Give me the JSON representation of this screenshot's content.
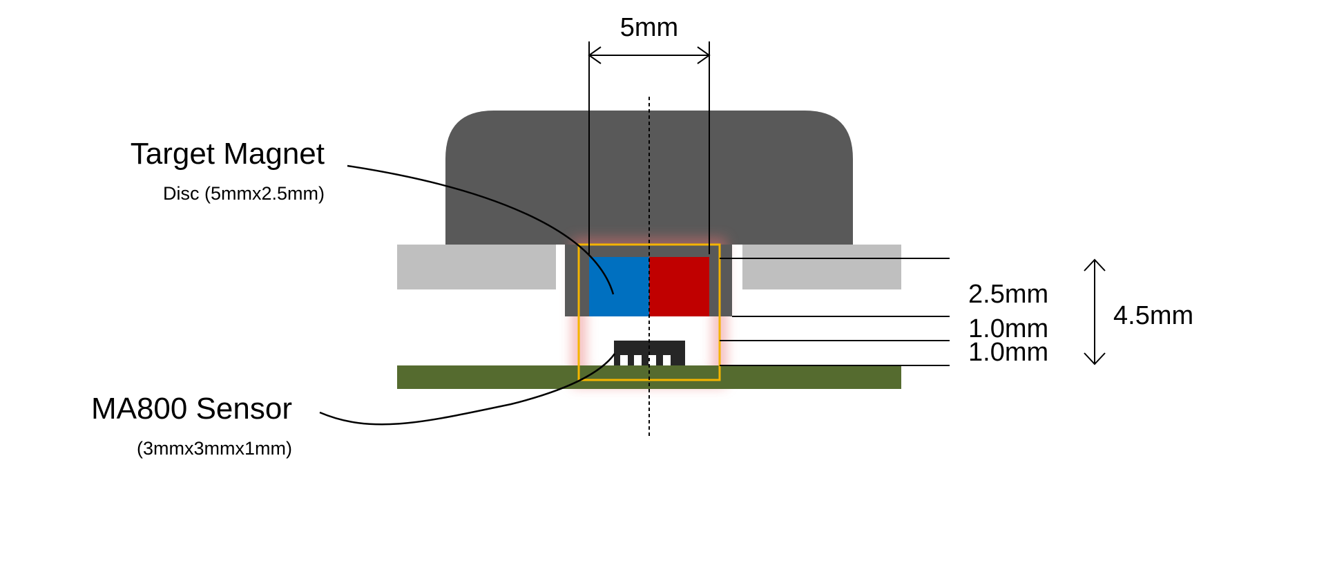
{
  "labels": {
    "top_width": "5mm",
    "magnet_title": "Target Magnet",
    "magnet_sub": "Disc (5mmx2.5mm)",
    "sensor_title": "MA800 Sensor",
    "sensor_sub": "(3mmx3mmx1mm)",
    "dim_magnet": "2.5mm",
    "dim_gap": "1.0mm",
    "dim_sensor": "1.0mm",
    "dim_total": "4.5mm"
  },
  "colors": {
    "knob": "#595959",
    "bearing": "#bfbfbf",
    "magnet_north": "#0070c0",
    "magnet_south": "#c00000",
    "holder": "#595959",
    "pcb": "#556b2f",
    "chip": "#262626",
    "highlight": "#f5b400"
  }
}
